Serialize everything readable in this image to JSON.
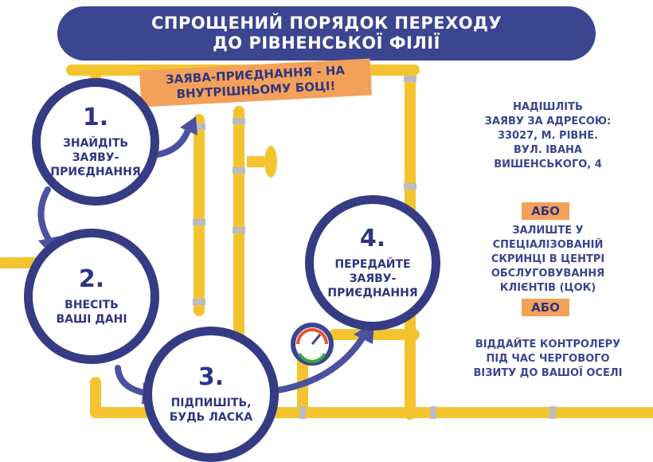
{
  "banner": {
    "line1": "СПРОЩЕНИЙ ПОРЯДОК ПЕРЕХОДУ",
    "line2": "ДО РІВНЕНСЬКОЇ ФІЛІЇ"
  },
  "note": {
    "line1": "ЗАЯВА-ПРИЄДНАННЯ - НА",
    "line2": "ВНУТРІШНЬОМУ БОЦІ!"
  },
  "steps": [
    {
      "number": "1.",
      "lines": [
        "ЗНАЙДІТЬ",
        "ЗАЯВУ-",
        "ПРИЄДНАННЯ"
      ]
    },
    {
      "number": "2.",
      "lines": [
        "ВНЕСІТЬ",
        "ВАШІ ДАНІ"
      ]
    },
    {
      "number": "3.",
      "lines": [
        "ПІДПИШІТЬ,",
        "БУДЬ ЛАСКА"
      ]
    },
    {
      "number": "4.",
      "lines": [
        "ПЕРЕДАЙТЕ",
        "ЗАЯВУ-",
        "ПРИЄДНАННЯ"
      ]
    }
  ],
  "options": {
    "send": [
      "НАДІШЛІТЬ",
      "ЗАЯВУ ЗА АДРЕСОЮ:",
      "33027, М. РІВНЕ.",
      "ВУЛ. ІВАНА",
      "ВИШЕНСЬКОГО, 4"
    ],
    "or1": "АБО",
    "leave": [
      "ЗАЛИШТЕ У",
      "СПЕЦІАЛІЗОВАНІЙ",
      "СКРИНЦІ В ЦЕНТРІ",
      "ОБСЛУГОВУВАННЯ",
      "КЛІЄНТІВ (ЦОК)"
    ],
    "or2": "АБО",
    "give": [
      "ВІДДАЙТЕ КОНТРОЛЕРУ",
      "ПІД ЧАС ЧЕРГОВОГО",
      "ВІЗИТУ ДО ВАШОЇ ОСЕЛІ"
    ]
  },
  "colors": {
    "navy": "#353c84",
    "pipe": "#f4c430",
    "orange": "#f3a15a"
  },
  "icons": [
    "arrow-icon",
    "valve-icon",
    "gauge-icon"
  ]
}
